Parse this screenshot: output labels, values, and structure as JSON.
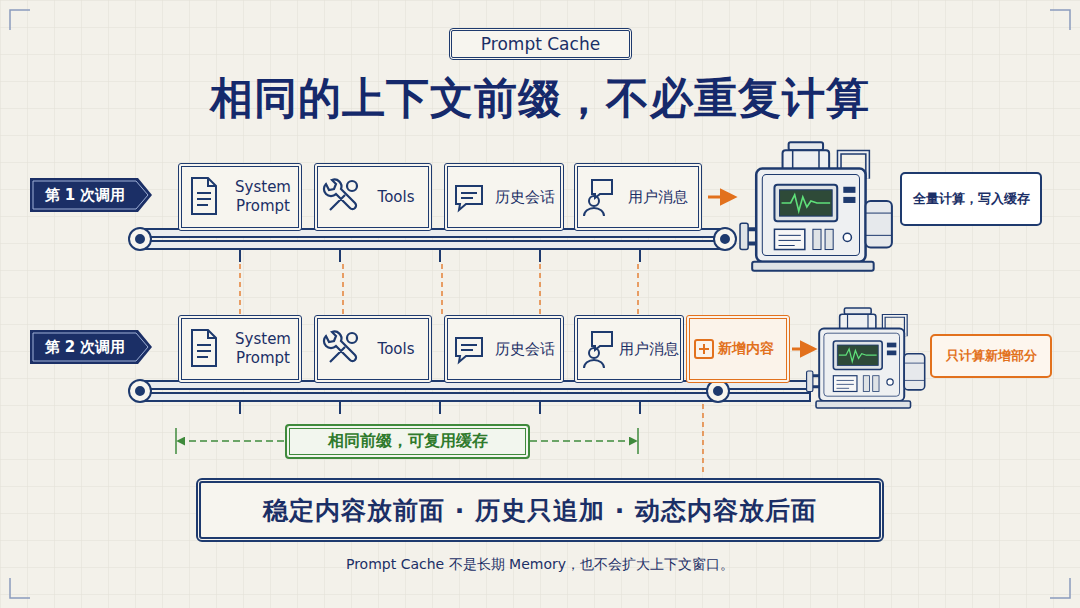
{
  "diagram": {
    "title": "相同的上下文前缀，不必重复计算",
    "caption": "Prompt Cache 不是长期 Memory，也不会扩大上下文窗口。",
    "nodes": [
      {
        "text": [
          "Prompt Cache"
        ]
      },
      {
        "text": [
          "第 1 次调用"
        ]
      },
      {
        "text": [
          "System Prompt"
        ]
      },
      {
        "text": [
          "Tools"
        ]
      },
      {
        "text": [
          "历史会话"
        ]
      },
      {
        "text": [
          "用户消息"
        ]
      },
      {
        "text": [
          "全量计算，写入缓存"
        ]
      },
      {
        "text": [
          "第 2 次调用"
        ]
      },
      {
        "text": [
          "System Prompt"
        ]
      },
      {
        "text": [
          "Tools"
        ]
      },
      {
        "text": [
          "历史会话"
        ]
      },
      {
        "text": [
          "用户消息"
        ]
      },
      {
        "text": [
          "新增内容"
        ]
      },
      {
        "text": [
          "只计算新增部分"
        ]
      },
      {
        "text": [
          "相同前缀，可复用缓存"
        ]
      },
      {
        "text": [
          "稳定内容放前面 · 历史只追加 · 动态内容放后面"
        ]
      }
    ]
  }
}
